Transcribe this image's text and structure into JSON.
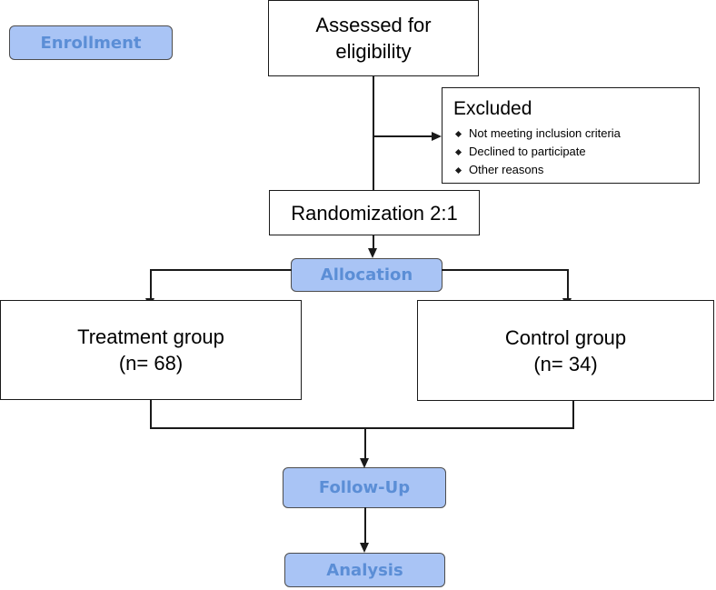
{
  "colors": {
    "stage_fill": "#a9c4f5",
    "stage_text": "#5b8ed6",
    "line": "#1a1a1a"
  },
  "stages": {
    "enrollment": "Enrollment",
    "allocation": "Allocation",
    "follow_up": "Follow-Up",
    "analysis": "Analysis"
  },
  "boxes": {
    "assessed": "Assessed for eligibility",
    "randomization": "Randomization 2:1",
    "treatment": {
      "name": "Treatment group",
      "n": "(n= 68)"
    },
    "control": {
      "name": "Control group",
      "n": "(n= 34)"
    }
  },
  "excluded": {
    "title": "Excluded",
    "items": [
      "Not meeting inclusion criteria",
      "Declined to participate",
      "Other reasons"
    ]
  }
}
